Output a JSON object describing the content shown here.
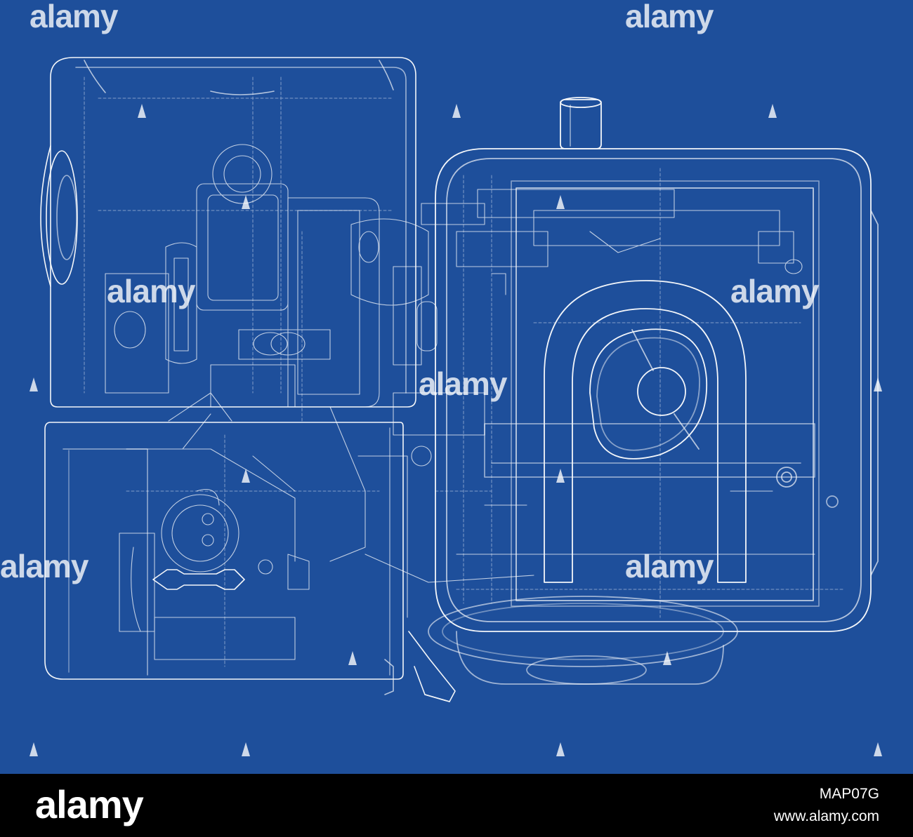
{
  "image": {
    "subject": "engine-wireframe",
    "background_color": "#1e4f9b",
    "line_color": "#ffffff",
    "footer_color": "#000000"
  },
  "watermark": {
    "text": "alamy"
  },
  "footer": {
    "logo": "alamy",
    "image_id": "MAP07G",
    "url": "www.alamy.com"
  }
}
